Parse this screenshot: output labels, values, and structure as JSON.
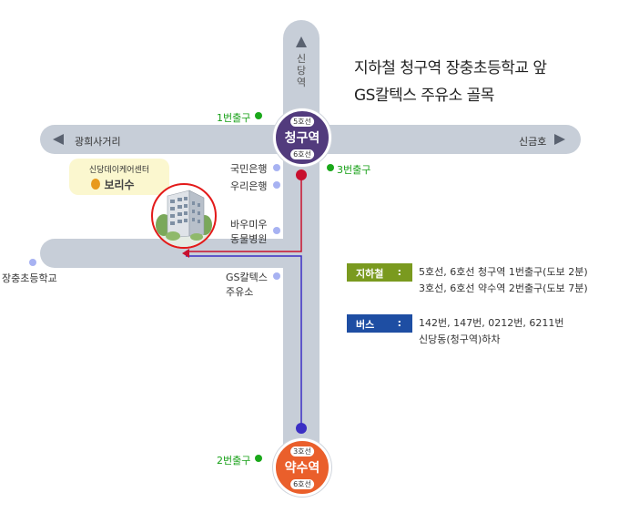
{
  "title": {
    "line1": "지하철 청구역 장충초등학교 앞",
    "line2": "GS칼텍스 주유소 골목"
  },
  "roads": {
    "north_label": "신당역",
    "west_label": "광희사거리",
    "east_label": "신금호",
    "lower_left_label": "장충초등학교"
  },
  "stations": {
    "top": {
      "name": "청구역",
      "line_top": "5호선",
      "line_bottom": "6호선",
      "color": "#523b7d"
    },
    "bottom": {
      "name": "약수역",
      "line_top": "3호선",
      "line_bottom": "6호선",
      "color": "#ea5f2b"
    }
  },
  "exits": {
    "exit1": "1번출구",
    "exit3": "3번출구",
    "exit2": "2번출구"
  },
  "landmarks": {
    "kookmin": "국민은행",
    "woori": "우리은행",
    "bauvet_1": "바우미우",
    "bauvet_2": "동물병원",
    "gs_1": "GS칼텍스",
    "gs_2": "주유소"
  },
  "destination": {
    "name": "신당데이케어센터",
    "brand": "보리수"
  },
  "transit": {
    "subway": {
      "label": "지하철",
      "colon": ":",
      "color": "#7a9a1f",
      "lines": [
        "5호선, 6호선 청구역 1번출구(도보 2분)",
        "3호선, 6호선 약수역 2번출구(도보 7분)"
      ]
    },
    "bus": {
      "label": "버스",
      "colon": ":",
      "color": "#1e4ea3",
      "lines": [
        "142번, 147번, 0212번, 6211번",
        "신당동(청구역)하차"
      ]
    }
  },
  "colors": {
    "road": "#c7ced8",
    "route_red": "#c8102e",
    "route_blue": "#3b2fc4",
    "exit_green": "#1aa81a",
    "landmark_blue": "#a7b2f2"
  }
}
